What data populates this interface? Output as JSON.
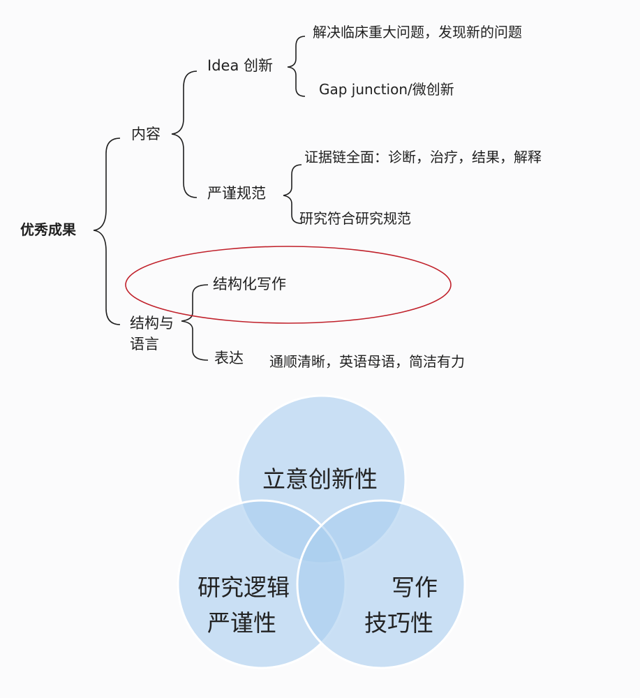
{
  "mindmap": {
    "root": "优秀成果",
    "branches": [
      {
        "label": "内容",
        "children": [
          {
            "label": "Idea 创新",
            "children": [
              "解决临床重大问题，发现新的问题",
              "Gap junction/微创新"
            ]
          },
          {
            "label": "严谨规范",
            "children": [
              "证据链全面：诊断，治疗，结果，解释",
              "研究符合研究规范"
            ]
          }
        ]
      },
      {
        "label_line1": "结构与",
        "label_line2": "语言",
        "children": [
          {
            "label": "结构化写作",
            "highlighted": true
          },
          {
            "label": "表达",
            "children": [
              "通顺清晰，英语母语，简洁有力"
            ]
          }
        ]
      }
    ],
    "highlight_color": "#c0202a",
    "line_color": "#1f1f1f"
  },
  "venn": {
    "circles": [
      {
        "label": "立意创新性"
      },
      {
        "label_line1": "研究逻辑",
        "label_line2": "严谨性"
      },
      {
        "label_line1": "写作",
        "label_line2": "技巧性"
      }
    ],
    "fill_color": "#a9cdef",
    "stroke_color": "#ffffff"
  }
}
